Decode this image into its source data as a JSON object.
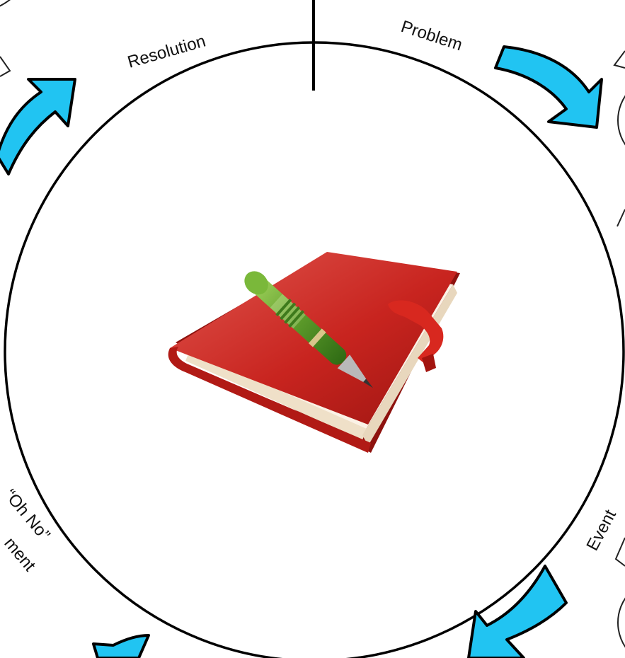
{
  "labels": {
    "resolution": "Resolution",
    "problem": "Problem",
    "oh_no_line1": "“Oh No”",
    "oh_no_line2": "ment",
    "event": "Event"
  },
  "center_image": {
    "icon": "notebook-with-pen-icon"
  },
  "colors": {
    "arrow_fill": "#21c4f2",
    "notebook_red": "#c8241f",
    "pen_green": "#5c9a2a"
  }
}
